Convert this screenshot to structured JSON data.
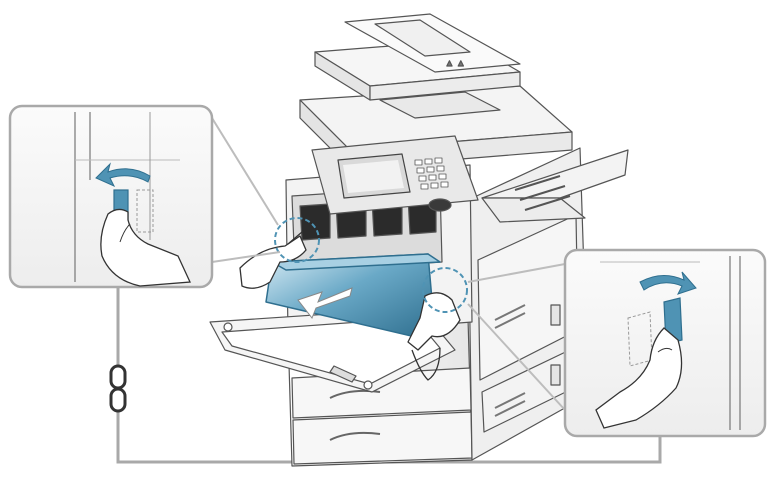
{
  "figure": {
    "subject": "printer-waste-toner-container-removal",
    "callouts": [
      {
        "id": "left-detail",
        "icon": "hand-pull-lever-icon",
        "action": "rotate-lever-left"
      },
      {
        "id": "right-detail",
        "icon": "hand-pull-lever-icon",
        "action": "rotate-lever-right"
      }
    ],
    "connector_icon": "chain-link-icon",
    "colors": {
      "accent": "#4f93b4",
      "accent_dark": "#2f6f8f",
      "line": "#555555",
      "panel_border": "#a9a9a9",
      "body_fill": "#f4f4f4",
      "shadow": "#d8d8d8"
    }
  }
}
